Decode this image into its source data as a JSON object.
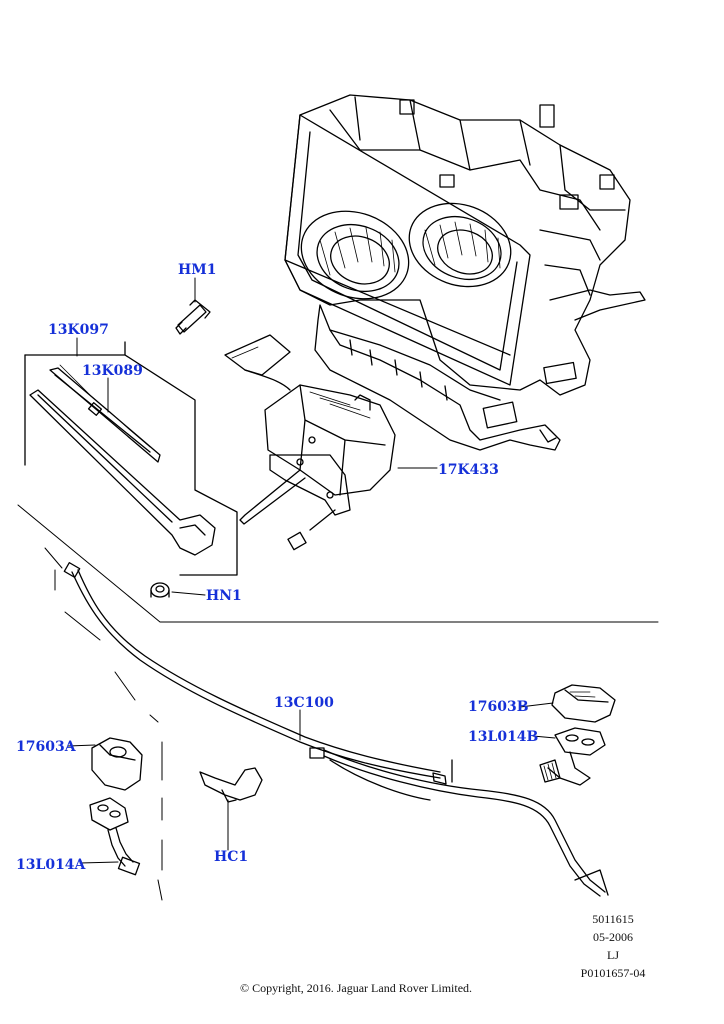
{
  "callouts": {
    "hm1": "HM1",
    "p13k097": "13K097",
    "p13k089": "13K089",
    "p17k433": "17K433",
    "hn1": "HN1",
    "p13c100": "13C100",
    "p17603b": "17603B",
    "p13l014b": "13L014B",
    "p17603a": "17603A",
    "hc1": "HC1",
    "p13l014a": "13L014A"
  },
  "reference": {
    "line1": "5011615",
    "line2": "05-2006",
    "line3": "LJ",
    "line4": "P0101657-04"
  },
  "copyright": "© Copyright, 2016. Jaguar Land Rover Limited.",
  "colors": {
    "label": "#1530d8",
    "linework": "#000000",
    "background": "#ffffff"
  }
}
